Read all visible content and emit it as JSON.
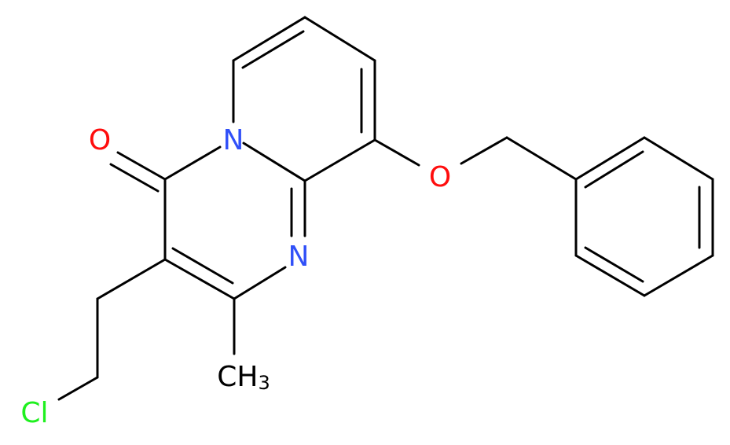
{
  "molecule": {
    "atoms": {
      "carbonyl_oxygen": {
        "label": "O",
        "color": "#ff0d0d"
      },
      "ring_nitrogen": {
        "label": "N",
        "color": "#3050f8"
      },
      "imine_nitrogen": {
        "label": "N",
        "color": "#3050f8"
      },
      "ether_oxygen": {
        "label": "O",
        "color": "#ff0d0d"
      },
      "chlorine": {
        "label": "Cl",
        "color": "#1ff01f"
      },
      "methyl": {
        "label": "CH",
        "subscript": "3",
        "color": "#000000"
      }
    },
    "bond_color": "#000000"
  }
}
